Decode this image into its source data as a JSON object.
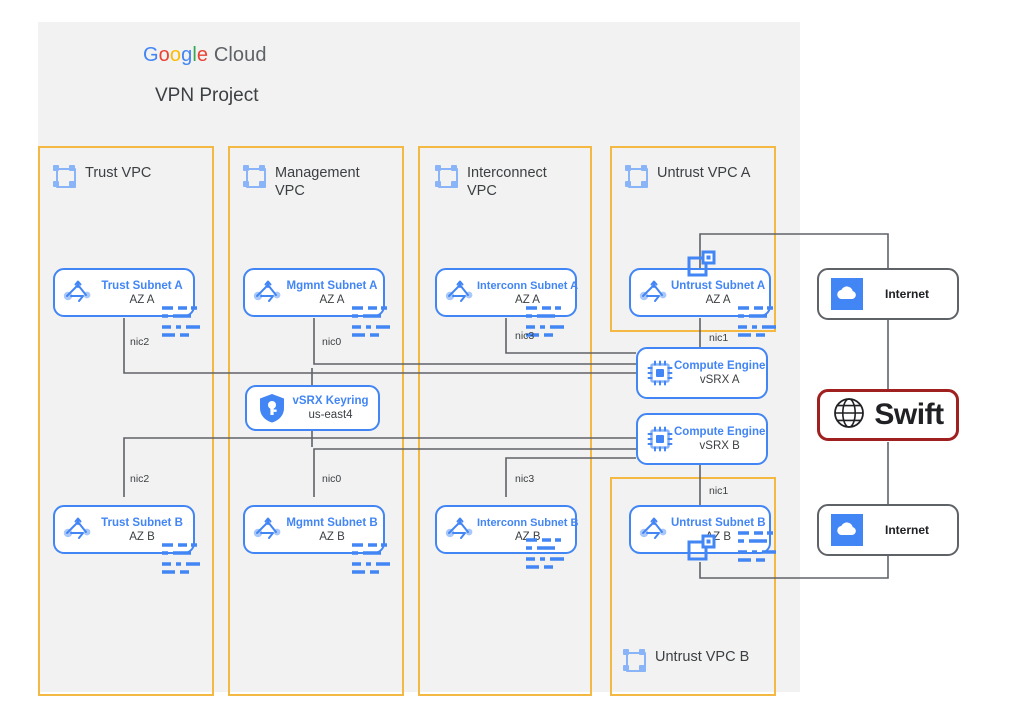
{
  "project": {
    "logo": {
      "text": "Google Cloud",
      "g1": "G",
      "o1": "o",
      "o2": "o",
      "g2": "g",
      "l1": "l",
      "e1": "e",
      "cloud": " Cloud"
    },
    "title": "VPN Project"
  },
  "vpcs": [
    {
      "label": "Trust VPC",
      "icon": "vpc-network-icon"
    },
    {
      "label": "Management VPC",
      "icon": "vpc-network-icon"
    },
    {
      "label": "Interconnect VPC",
      "icon": "vpc-network-icon"
    },
    {
      "label": "Untrust VPC A",
      "icon": "vpc-network-icon"
    },
    {
      "label": "Untrust VPC B",
      "icon": "vpc-network-icon"
    }
  ],
  "subnets": [
    {
      "name": "Trust Subnet A",
      "az": "AZ A",
      "nic": "nic2",
      "icon": "subnet-router-icon"
    },
    {
      "name": "Mgmnt Subnet A",
      "az": "AZ A",
      "nic": "nic0",
      "icon": "subnet-router-icon"
    },
    {
      "name": "Interconn Subnet A",
      "az": "AZ A",
      "nic": "nic3",
      "icon": "subnet-router-icon"
    },
    {
      "name": "Untrust Subnet A",
      "az": "AZ A",
      "nic": "nic1",
      "icon": "subnet-router-icon"
    },
    {
      "name": "Trust Subnet B",
      "az": "AZ B",
      "nic": "nic2",
      "icon": "subnet-router-icon"
    },
    {
      "name": "Mgmnt Subnet B",
      "az": "AZ B",
      "nic": "nic0",
      "icon": "subnet-router-icon"
    },
    {
      "name": "Interconn Subnet B",
      "az": "AZ B",
      "nic": "nic3",
      "icon": "subnet-router-icon"
    },
    {
      "name": "Untrust Subnet B",
      "az": "AZ B",
      "nic": "nic1",
      "icon": "subnet-router-icon"
    }
  ],
  "compute": [
    {
      "title": "Compute Engine",
      "sub": "vSRX A",
      "icon": "compute-chip-icon"
    },
    {
      "title": "Compute Engine",
      "sub": "vSRX B",
      "icon": "compute-chip-icon"
    }
  ],
  "keyring": {
    "title": "vSRX Keyring",
    "sub": "us-east4",
    "icon": "key-shield-icon"
  },
  "external": {
    "internet_a": {
      "label": "Internet",
      "icon": "cloud-icon"
    },
    "internet_b": {
      "label": "Internet",
      "icon": "cloud-icon"
    },
    "swift": {
      "label": "Swift",
      "icon": "globe-icon"
    }
  },
  "colors": {
    "vpc_border": "#f4b942",
    "node_blue": "#4285f4",
    "icon_blue": "#8ab4f8",
    "project_bg": "#f2f2f2",
    "wire": "#5f6368",
    "swift_border": "#a02020",
    "internet_border": "#5f6368"
  }
}
